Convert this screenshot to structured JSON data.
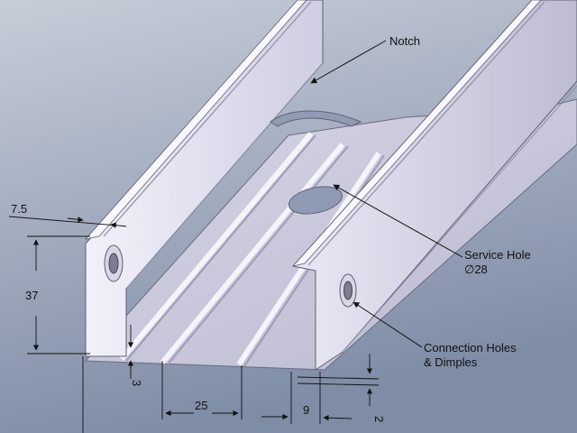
{
  "callouts": {
    "notch": "Notch",
    "service_hole": "Service Hole",
    "service_hole_size": "∅28",
    "connection_line1": "Connection Holes",
    "connection_line2": "& Dimples"
  },
  "dimensions": {
    "flange_lip": "7.5",
    "height": "37",
    "rib_depth": "3",
    "rib_pitch": "25",
    "edge_offset": "9",
    "base_thickness": "2"
  },
  "colors": {
    "background_top": "#c3cad6",
    "background_bottom": "#7f8ea8",
    "metal_light": "#e6e5f1",
    "metal_mid": "#c9c8dc",
    "metal_dark": "#a7a6bd",
    "edge": "#5f5f73"
  }
}
